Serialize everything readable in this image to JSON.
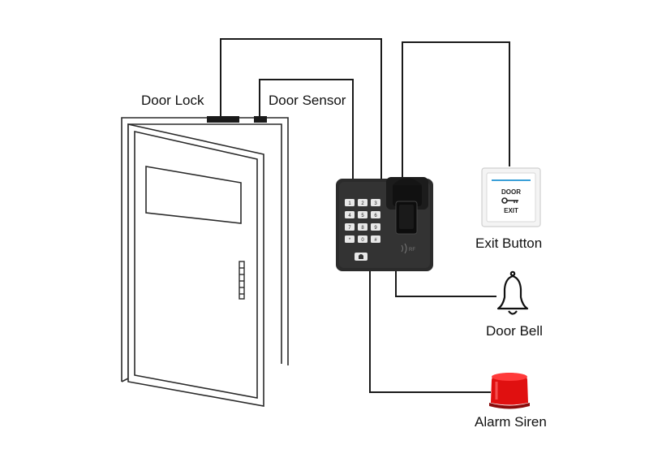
{
  "labels": {
    "door_lock": "Door Lock",
    "door_sensor": "Door Sensor",
    "exit_button": "Exit Button",
    "door_bell": "Door Bell",
    "alarm_siren": "Alarm Siren"
  },
  "exit_plate": {
    "line1": "DOOR",
    "line2": "EXIT"
  },
  "keypad": {
    "keys": [
      "1",
      "2",
      "3",
      "4",
      "5",
      "6",
      "7",
      "8",
      "9",
      "*",
      "0",
      "#"
    ],
    "bell_symbol": "🔔"
  },
  "colors": {
    "wire": "#1a1a1a",
    "reader_body": "#2b2b2b",
    "siren": "#e01010",
    "exit_accent": "#3aa0d8"
  }
}
